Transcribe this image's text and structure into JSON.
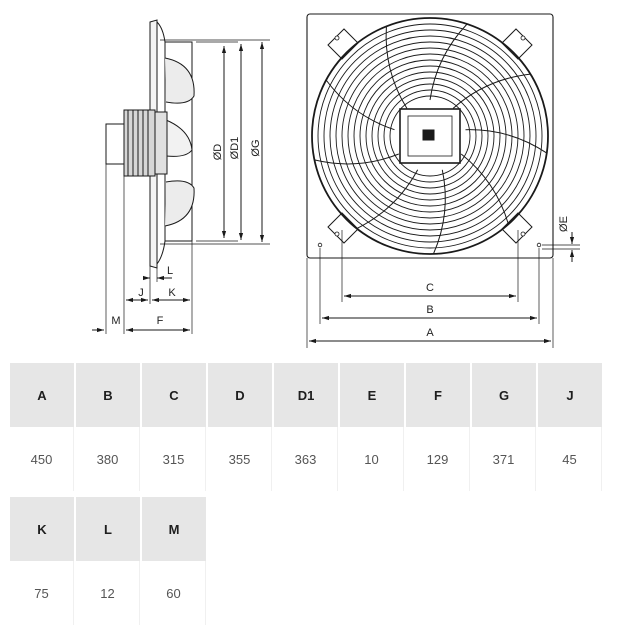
{
  "drawing": {
    "side_labels": {
      "D": "ØD",
      "D1": "ØD1",
      "G": "ØG",
      "L": "L",
      "J": "J",
      "K": "K",
      "M": "M",
      "F": "F"
    },
    "front_labels": {
      "C": "C",
      "B": "B",
      "A": "A",
      "E": "ØE"
    }
  },
  "table": {
    "row1_headers": [
      "A",
      "B",
      "C",
      "D",
      "D1",
      "E",
      "F",
      "G",
      "J"
    ],
    "row1_values": [
      "450",
      "380",
      "315",
      "355",
      "363",
      "10",
      "129",
      "371",
      "45"
    ],
    "row2_headers": [
      "K",
      "L",
      "M"
    ],
    "row2_values": [
      "75",
      "12",
      "60"
    ]
  },
  "colors": {
    "line": "#1a1a1a",
    "header_bg": "#e6e6e6"
  }
}
